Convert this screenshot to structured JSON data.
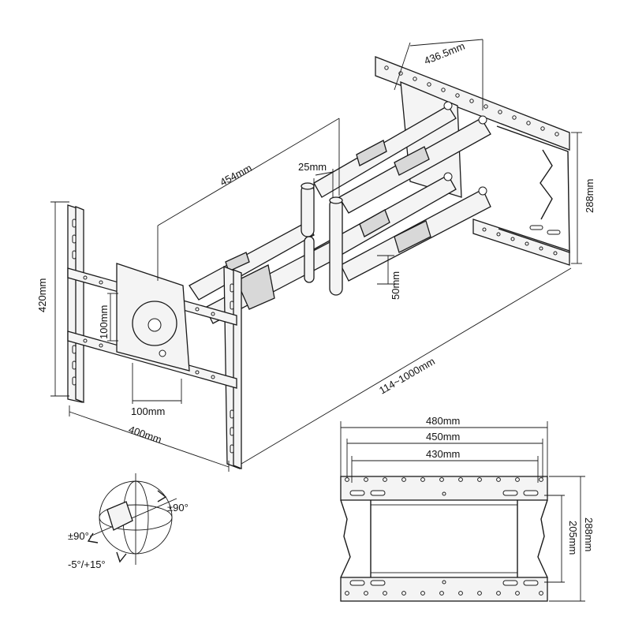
{
  "colors": {
    "line": "#1a1a1a",
    "background": "#ffffff",
    "fill_light": "#f4f4f4",
    "fill_dark": "#d8d8d8"
  },
  "dimensions": {
    "wall_plate_depth": "436.5mm",
    "arm_length": "454mm",
    "arm_diameter_small": "25mm",
    "arm_diameter_large": "50mm",
    "wall_plate_height": "288mm",
    "tv_plate_height": "420mm",
    "vesa_vertical_small": "100mm",
    "vesa_horizontal_small": "100mm",
    "tv_plate_width": "400mm",
    "extension_range": "114~1000mm"
  },
  "wall_plate_view": {
    "width_outer": "480mm",
    "width_mid": "450mm",
    "width_inner": "430mm",
    "height_inner": "205mm",
    "height_outer": "288mm"
  },
  "rotation": {
    "swivel": "±90°",
    "rotate": "±90°",
    "tilt": "-5°/+15°"
  }
}
